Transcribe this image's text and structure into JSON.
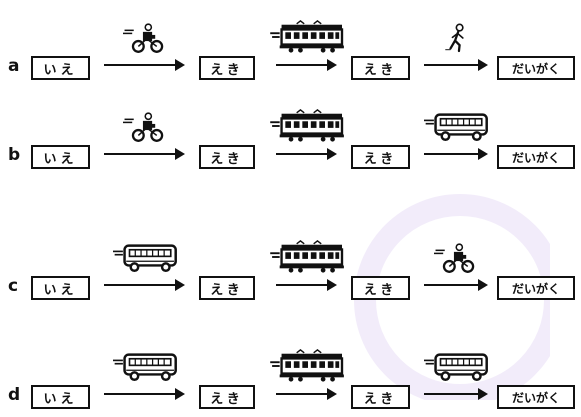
{
  "places": {
    "home": "いえ",
    "station": "えき",
    "university": "だいがく"
  },
  "rows": [
    {
      "letter": "a",
      "route": [
        "home",
        "station",
        "station",
        "university"
      ],
      "transport": [
        "bicycle-icon",
        "train-icon",
        "walking-person-icon"
      ]
    },
    {
      "letter": "b",
      "route": [
        "home",
        "station",
        "station",
        "university"
      ],
      "transport": [
        "bicycle-icon",
        "train-icon",
        "bus-icon"
      ]
    },
    {
      "letter": "c",
      "route": [
        "home",
        "station",
        "station",
        "university"
      ],
      "transport": [
        "bus-icon",
        "train-icon",
        "bicycle-icon"
      ]
    },
    {
      "letter": "d",
      "route": [
        "home",
        "station",
        "station",
        "university"
      ],
      "transport": [
        "bus-icon",
        "train-icon",
        "bus-icon"
      ]
    }
  ],
  "colors": {
    "ink": "#111111",
    "watermark": "#d9c8f2"
  }
}
